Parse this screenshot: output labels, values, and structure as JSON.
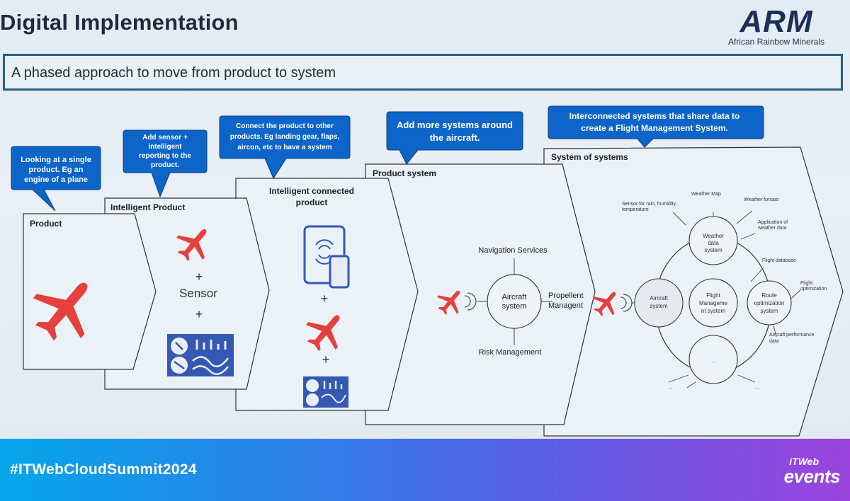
{
  "slide": {
    "title": "Digital Implementation",
    "subtitle": "A phased approach to move from product to system"
  },
  "logo": {
    "word": "ARM",
    "sub": "African Rainbow Minerals"
  },
  "callouts": [
    {
      "lines": [
        "Looking at a single",
        "product. Eg an",
        "engine of a plane"
      ]
    },
    {
      "lines": [
        "Add sensor +",
        "intelligent",
        "reporting to the",
        "product."
      ]
    },
    {
      "lines": [
        "Connect the product to other",
        "products. Eg landing gear, flaps,",
        "aircon, etc to have a system"
      ]
    },
    {
      "lines": [
        "Add more systems around",
        "the aircraft."
      ]
    },
    {
      "lines": [
        "Interconnected systems that share data to",
        "create a Flight Management System."
      ]
    }
  ],
  "stages": {
    "product": "Product",
    "intelligent_product": "Intelligent Product",
    "intelligent_connected": [
      "Intelligent connected",
      "product"
    ],
    "product_system": "Product system",
    "system_of_systems": "System of systems"
  },
  "intelligent_product": {
    "plus": "+",
    "sensor": "Sensor"
  },
  "product_system": {
    "center": [
      "Aircraft",
      "system"
    ],
    "top": "Navigation Services",
    "right": [
      "Propellent",
      "Managent"
    ],
    "bottom": "Risk Management"
  },
  "sos": {
    "aircraft": [
      "Aircraft",
      "system"
    ],
    "weather": [
      "Weather",
      "data",
      "system"
    ],
    "flight": [
      "Flight",
      "Manageme",
      "nt system"
    ],
    "route": [
      "Route",
      "optimization",
      "system"
    ],
    "ellipsis": "...",
    "labels": {
      "sensor": [
        "Sensor for rain, humidity,",
        "temperature"
      ],
      "weather_map": "Weather Map",
      "weather_forcast": "Weather forcast",
      "application": [
        "Application of",
        "weather data"
      ],
      "flight_database": "Flight database",
      "flight_optimization": [
        "Flight",
        "optimization"
      ],
      "aircraft_performance": [
        "Aircraft performance",
        "data"
      ]
    }
  },
  "banner": {
    "hashtag": "#ITWebCloudSummit2024",
    "brand_top": "iTWeb",
    "brand_bottom": "events"
  },
  "colors": {
    "accent": "#0d65c9",
    "plane": "#e5403c",
    "banner_start": "#06a7ea",
    "banner_end": "#9b43dc"
  }
}
